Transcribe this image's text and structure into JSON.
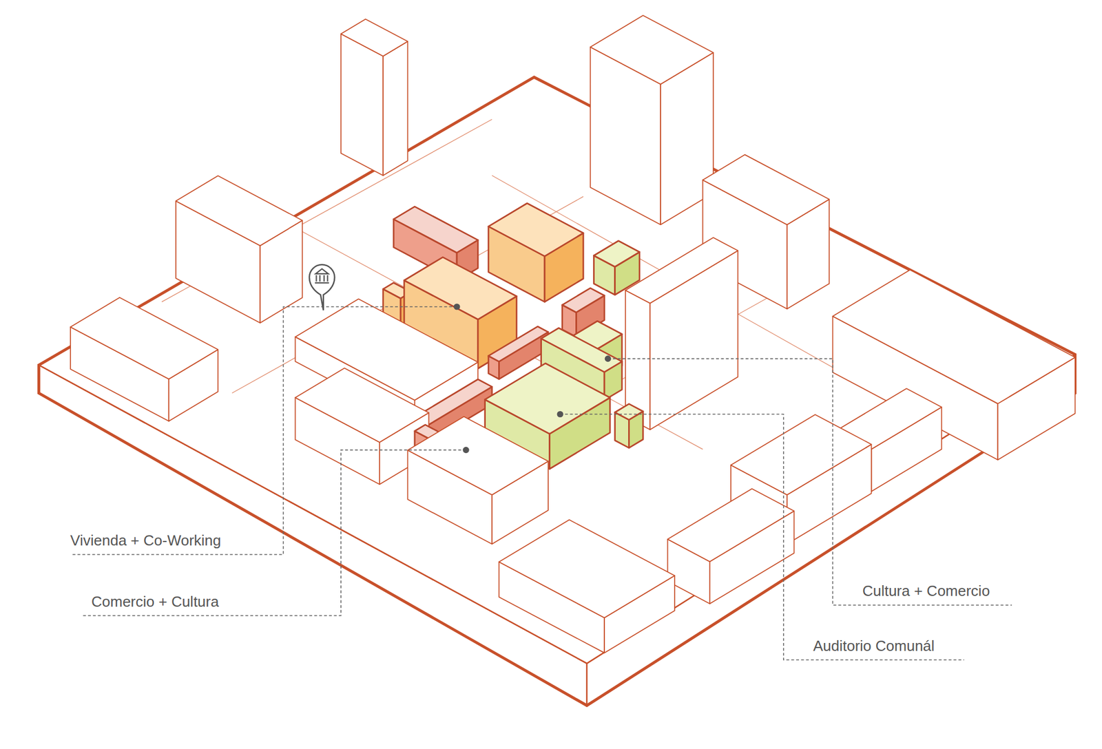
{
  "diagram": {
    "labels": [
      "Vivienda + Co-Working",
      "Comercio + Cultura",
      "Cultura + Comercio",
      "Auditorio Comunál"
    ]
  }
}
